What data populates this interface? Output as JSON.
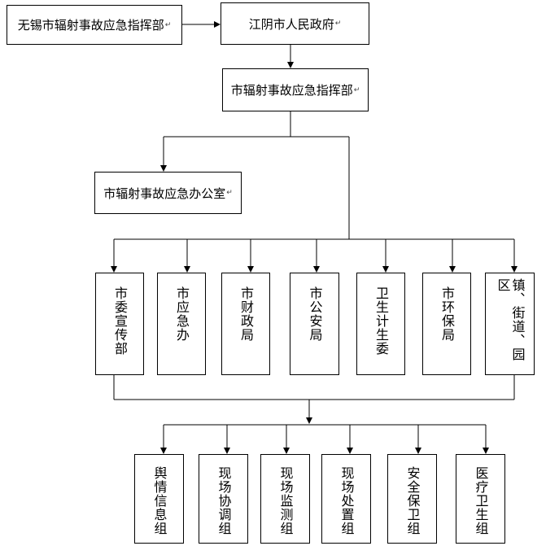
{
  "top": {
    "wuxi": "无锡市辐射事故应急指挥部",
    "jiangyin": "江阴市人民政府",
    "hq": "市辐射事故应急指挥部",
    "office": "市辐射事故应急办公室"
  },
  "paragraph_mark": "↵",
  "departments": [
    {
      "label": "市委宣传部"
    },
    {
      "label": "市应急办"
    },
    {
      "label": "市财政局"
    },
    {
      "label": "市公安局"
    },
    {
      "label": "卫生计生委"
    },
    {
      "label": "市环保局"
    },
    {
      "label": "镇、街道、园区"
    }
  ],
  "groups": [
    {
      "label": "舆情信息组"
    },
    {
      "label": "现场协调组"
    },
    {
      "label": "现场监测组"
    },
    {
      "label": "现场处置组"
    },
    {
      "label": "安全保卫组"
    },
    {
      "label": "医疗卫生组"
    }
  ]
}
